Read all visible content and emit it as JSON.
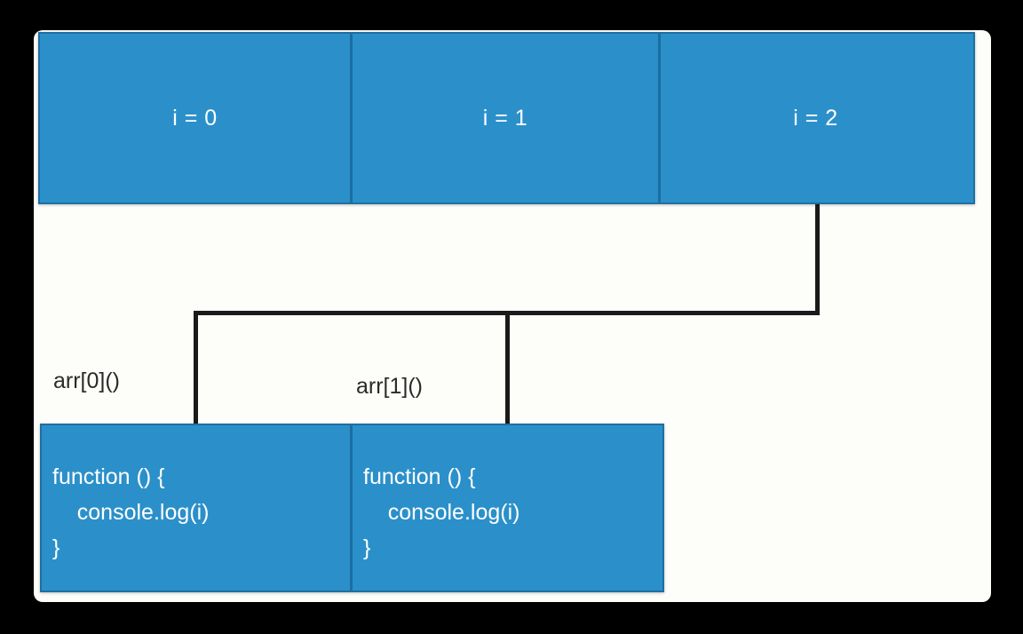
{
  "diagram": {
    "title": "javascript-closure-loop-diagram",
    "colors": {
      "box_fill": "#2b90ca",
      "box_border": "#1f6fa0",
      "cell_divider": "#1d6da0",
      "connector": "#1a1a1a",
      "surface": "#fdfdfa",
      "letterbox": "#000000",
      "box_text": "#ffffff",
      "label_text": "#2b2b2b"
    },
    "iterations": {
      "name": "loop-iteration-row",
      "cells": [
        {
          "label": "i = 0"
        },
        {
          "label": "i = 1"
        },
        {
          "label": "i = 2"
        }
      ]
    },
    "connectors": {
      "source_cell": "i = 2",
      "targets": [
        "arr[0]()",
        "arr[1]()"
      ]
    },
    "calls": [
      {
        "label": "arr[0]()"
      },
      {
        "label": "arr[1]()"
      }
    ],
    "closures": {
      "name": "closure-function-row",
      "boxes": [
        {
          "lines": [
            "function () {",
            "    console.log(i)",
            "}"
          ]
        },
        {
          "lines": [
            "function () {",
            "    console.log(i)",
            "}"
          ]
        }
      ]
    }
  }
}
